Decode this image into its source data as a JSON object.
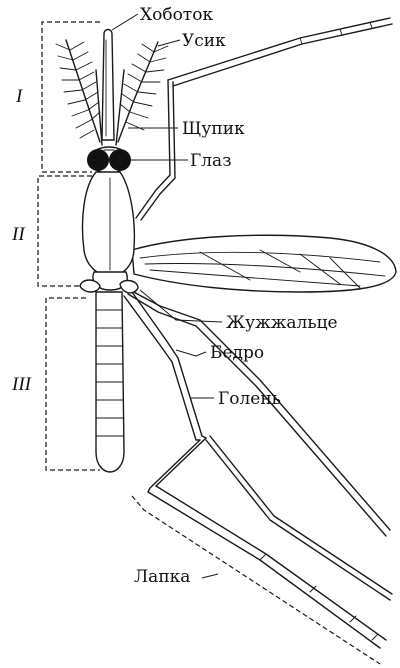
{
  "labels": {
    "proboscis": "Хоботок",
    "antenna": "Усик",
    "palp": "Щупик",
    "eye": "Глаз",
    "haltere": "Жужжальце",
    "femur": "Бедро",
    "tibia": "Голень",
    "tarsus": "Лапка"
  },
  "sections": {
    "head": "I",
    "thorax": "II",
    "abdomen": "III"
  },
  "colors": {
    "ink": "#1a1a1a",
    "background": "#ffffff"
  }
}
